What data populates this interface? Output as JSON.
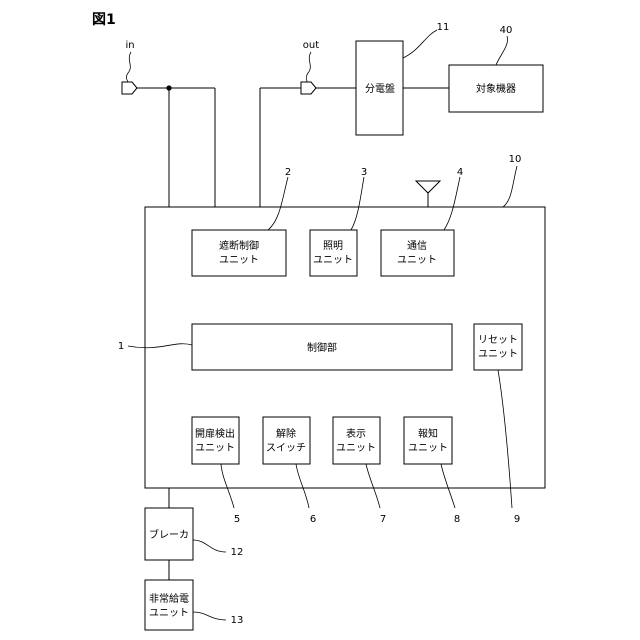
{
  "figure_label": "図1",
  "ports": {
    "in": "in",
    "out": "out"
  },
  "blocks": {
    "distribution_board": {
      "label": "分電盤",
      "ref": "11"
    },
    "target_equipment": {
      "label": "対象機器",
      "ref": "40"
    },
    "device": {
      "ref": "10"
    },
    "shutoff_control_unit": {
      "line1": "遮断制御",
      "line2": "ユニット",
      "ref": "2"
    },
    "lighting_unit": {
      "line1": "照明",
      "line2": "ユニット",
      "ref": "3"
    },
    "communication_unit": {
      "line1": "通信",
      "line2": "ユニット",
      "ref": "4"
    },
    "control_section": {
      "label": "制御部",
      "ref": "1"
    },
    "reset_unit": {
      "line1": "リセット",
      "line2": "ユニット",
      "ref": "9"
    },
    "door_open_detect_unit": {
      "line1": "開扉検出",
      "line2": "ユニット",
      "ref": "5"
    },
    "release_switch": {
      "line1": "解除",
      "line2": "スイッチ",
      "ref": "6"
    },
    "display_unit": {
      "line1": "表示",
      "line2": "ユニット",
      "ref": "7"
    },
    "alarm_unit": {
      "line1": "報知",
      "line2": "ユニット",
      "ref": "8"
    },
    "breaker": {
      "label": "ブレーカ",
      "ref": "12"
    },
    "emergency_power_unit": {
      "line1": "非常給電",
      "line2": "ユニット",
      "ref": "13"
    }
  }
}
